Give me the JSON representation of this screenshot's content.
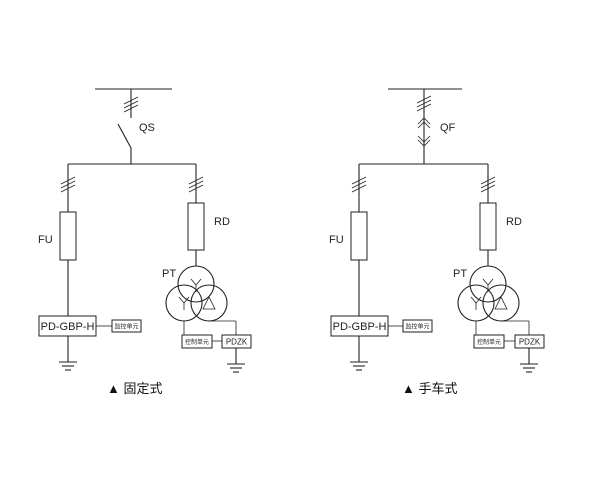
{
  "panels": [
    {
      "breaker_label": "QS",
      "fuse_label": "FU",
      "rd_label": "RD",
      "pt_label": "PT",
      "device_label": "PD-GBP-H",
      "monitor_label": "监控单元",
      "control_label": "控制单元",
      "pdzk_label": "PDZK",
      "caption": "▲ 固定式"
    },
    {
      "breaker_label": "QF",
      "fuse_label": "FU",
      "rd_label": "RD",
      "pt_label": "PT",
      "device_label": "PD-GBP-H",
      "monitor_label": "监控单元",
      "control_label": "控制单元",
      "pdzk_label": "PDZK",
      "caption": "▲ 手车式"
    }
  ]
}
